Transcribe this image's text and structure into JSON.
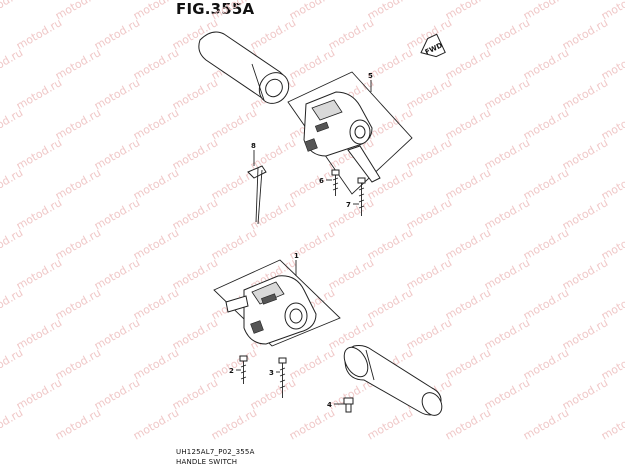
{
  "figure": {
    "title": "FIG.355A",
    "footer_code": "UH125AL7_P02_355A",
    "footer_name": "HANDLE SWITCH",
    "fwd_label": "FWD",
    "watermark_text": "motod.ru"
  },
  "callouts": {
    "c1": "1",
    "c2": "2",
    "c3": "3",
    "c4": "4",
    "c5": "5",
    "c6": "6",
    "c7": "7",
    "c8": "8"
  },
  "colors": {
    "line": "#222222",
    "watermark": "#f0c8c8",
    "background": "#ffffff"
  }
}
